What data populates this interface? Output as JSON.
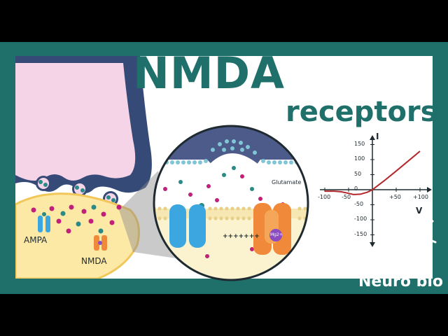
{
  "title": "NMDA",
  "subtitle": "receptors",
  "labels": {
    "ampa": "AMPA",
    "nmda": "NMDA",
    "glutamate": "Glutamate",
    "mg_ion": "Mg2+",
    "charges": "+++++++"
  },
  "brand": "Neuro bio",
  "colors": {
    "frame": "#1f6f6a",
    "title": "#1f6f6a",
    "presynaptic_outline": "#364a78",
    "presynaptic_fill": "#f6d4e8",
    "postsynaptic_fill": "#fde9a6",
    "ampa": "#3ba6e0",
    "nmda": "#f08a3a",
    "curve": "#b3262a"
  },
  "graph": {
    "y_axis_label": "I",
    "x_axis_label": "V",
    "x_ticks": [
      "-100",
      "-50",
      "+50",
      "+100"
    ],
    "y_ticks": [
      "150",
      "100",
      "50",
      "0",
      "-50",
      "-100",
      "-150"
    ],
    "x_values": [
      -100,
      -50,
      50,
      100
    ],
    "y_values": [
      150,
      100,
      50,
      0,
      -50,
      -100,
      -150
    ],
    "curve": {
      "x": [
        -100,
        -80,
        -65,
        -50,
        -40,
        -25,
        -10,
        0,
        25,
        50,
        75,
        100
      ],
      "y": [
        -5,
        -5,
        -7,
        -12,
        -16,
        -15,
        -8,
        0,
        30,
        62,
        95,
        128
      ]
    }
  }
}
